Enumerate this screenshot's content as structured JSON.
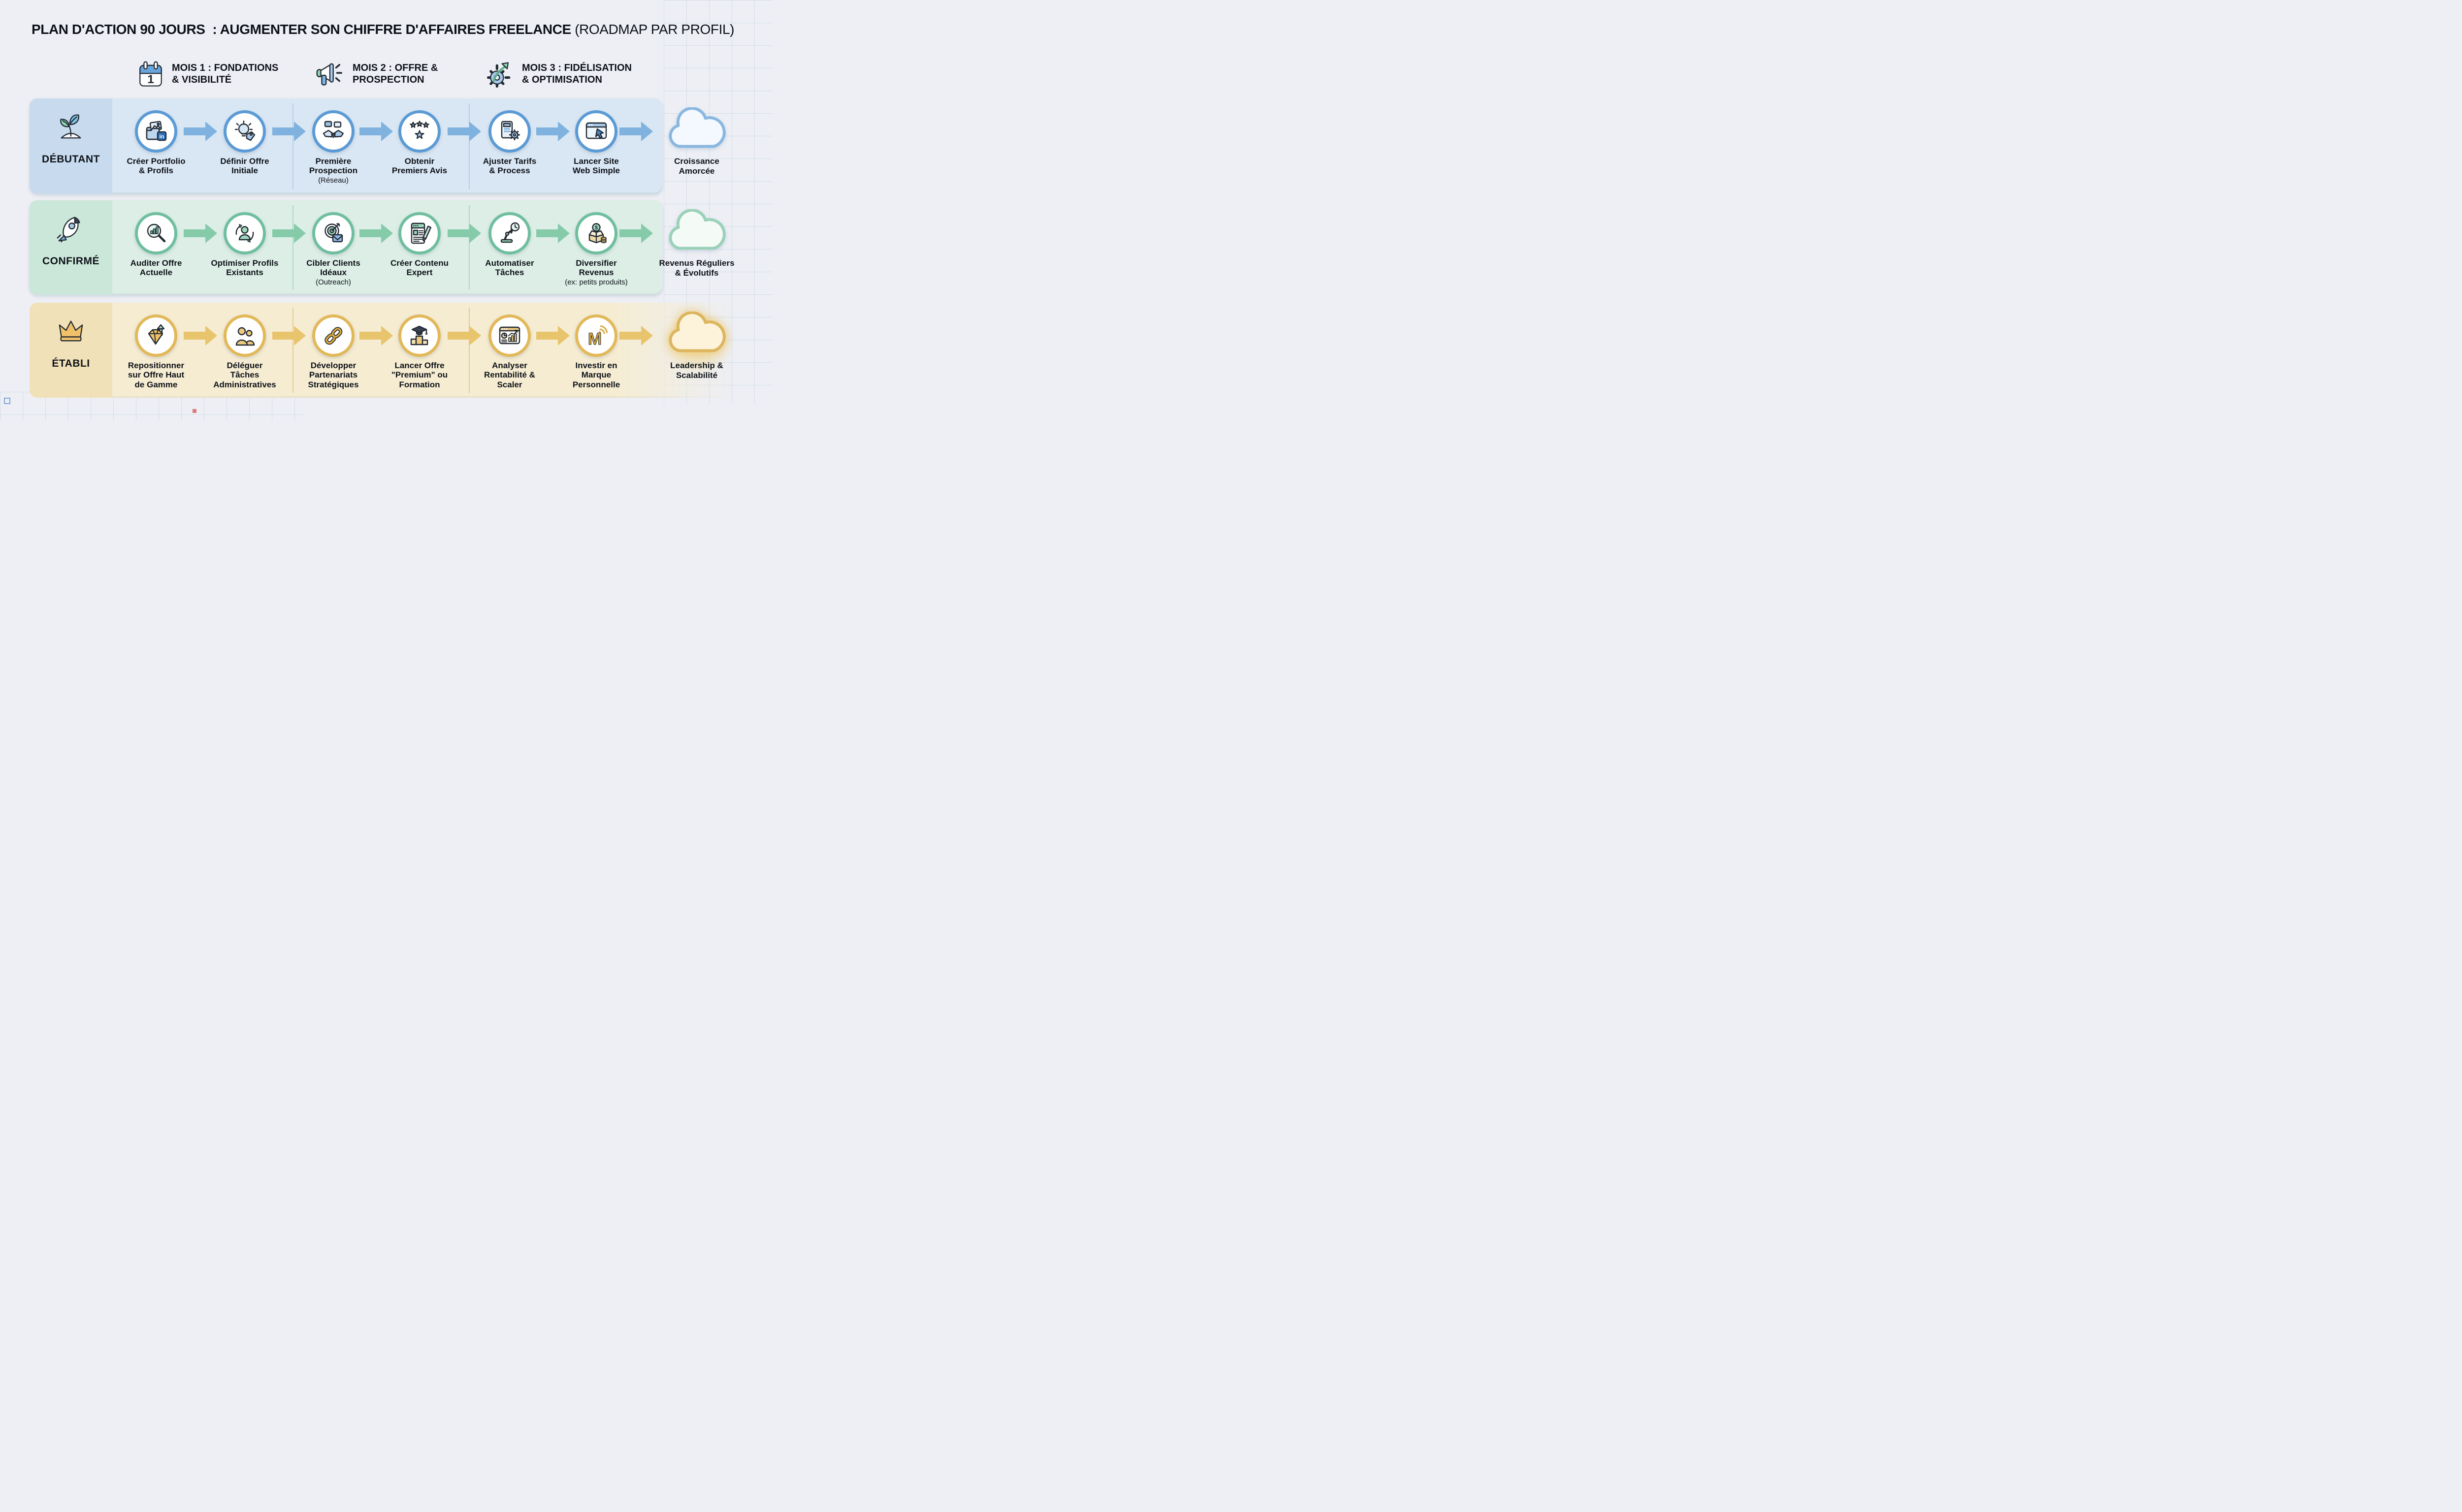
{
  "page": {
    "title_bold": "PLAN D'ACTION 90 JOURS  : AUGMENTER SON CHIFFRE D'AFFAIRES FREELANCE ",
    "title_regular": "(ROADMAP PAR PROFIL)",
    "background": "#edeff4"
  },
  "months": [
    {
      "icon": "calendar-month-1",
      "line1": "MOIS 1 : FONDATIONS",
      "line2": "& VISIBILITÉ"
    },
    {
      "icon": "megaphone",
      "line1": "MOIS 2 : OFFRE &",
      "line2": "PROSPECTION"
    },
    {
      "icon": "gear-growth",
      "line1": "MOIS 3 : FIDÉLISATION",
      "line2": "& OPTIMISATION"
    }
  ],
  "rows": [
    {
      "profile": "DÉBUTANT",
      "profile_icon": "seedling",
      "colors": {
        "band": "#d9e6f3",
        "label_zone": "#c8dbee",
        "ring": "#5b9bd5",
        "arrow": "#7fb2de",
        "divider": "#9fbcd8",
        "cloud_stroke": "#8ab7e0",
        "cloud_fill": "#f3f9ff"
      },
      "steps": [
        {
          "icon": "portfolio-linkedin",
          "label": "Créer Portfolio\n& Profils",
          "note": ""
        },
        {
          "icon": "lightbulb-tag",
          "label": "Définir Offre\nInitiale",
          "note": ""
        },
        {
          "icon": "handshake-chat",
          "label": "Première\nProspection",
          "note": "(Réseau)"
        },
        {
          "icon": "stars-review",
          "label": "Obtenir\nPremiers Avis",
          "note": ""
        },
        {
          "icon": "calculator-gear",
          "label": "Ajuster Tarifs\n& Process",
          "note": ""
        },
        {
          "icon": "browser-launch",
          "label": "Lancer Site\nWeb Simple",
          "note": ""
        }
      ],
      "outcome": "Croissance\nAmorcée"
    },
    {
      "profile": "CONFIRMÉ",
      "profile_icon": "rocket",
      "colors": {
        "band": "#dceee6",
        "label_zone": "#cbe7d9",
        "ring": "#6fbf9f",
        "arrow": "#85cbaa",
        "divider": "#92c4ab",
        "cloud_stroke": "#9ad1b8",
        "cloud_fill": "#f4fbf7"
      },
      "steps": [
        {
          "icon": "magnifier-chart",
          "label": "Auditer Offre\nActuelle",
          "note": ""
        },
        {
          "icon": "person-refresh",
          "label": "Optimiser Profils\nExistants",
          "note": ""
        },
        {
          "icon": "target-envelope",
          "label": "Cibler Clients\nIdéaux",
          "note": "(Outreach)"
        },
        {
          "icon": "document-pencil",
          "label": "Créer Contenu\nExpert",
          "note": ""
        },
        {
          "icon": "robot-arm-clock",
          "label": "Automatiser\nTâches",
          "note": ""
        },
        {
          "icon": "money-box",
          "label": "Diversifier\nRevenus",
          "note": "(ex: petits produits)"
        }
      ],
      "outcome": "Revenus Réguliers\n& Évolutifs"
    },
    {
      "profile": "ÉTABLI",
      "profile_icon": "crown",
      "colors": {
        "band": "#f5ecd2",
        "label_zone": "#f1e1b8",
        "ring": "#e2b858",
        "arrow": "#e8c46c",
        "divider": "#d4b268",
        "cloud_stroke": "#dcb55e",
        "cloud_fill": "#fcf3da"
      },
      "steps": [
        {
          "icon": "diamond-up-arrow",
          "label": "Repositionner\nsur Offre Haut\nde Gamme",
          "note": ""
        },
        {
          "icon": "two-people",
          "label": "Déléguer\nTâches\nAdministratives",
          "note": ""
        },
        {
          "icon": "chain-links",
          "label": "Développer\nPartenariats\nStratégiques",
          "note": ""
        },
        {
          "icon": "graduation-podium",
          "label": "Lancer Offre\n\"Premium\" ou\nFormation",
          "note": ""
        },
        {
          "icon": "analytics-browser",
          "label": "Analyser\nRentabilité &\nScaler",
          "note": ""
        },
        {
          "icon": "m-signal",
          "label": "Investir en\nMarque\nPersonnelle",
          "note": ""
        }
      ],
      "outcome": "Leadership &\nScalabilité"
    }
  ]
}
